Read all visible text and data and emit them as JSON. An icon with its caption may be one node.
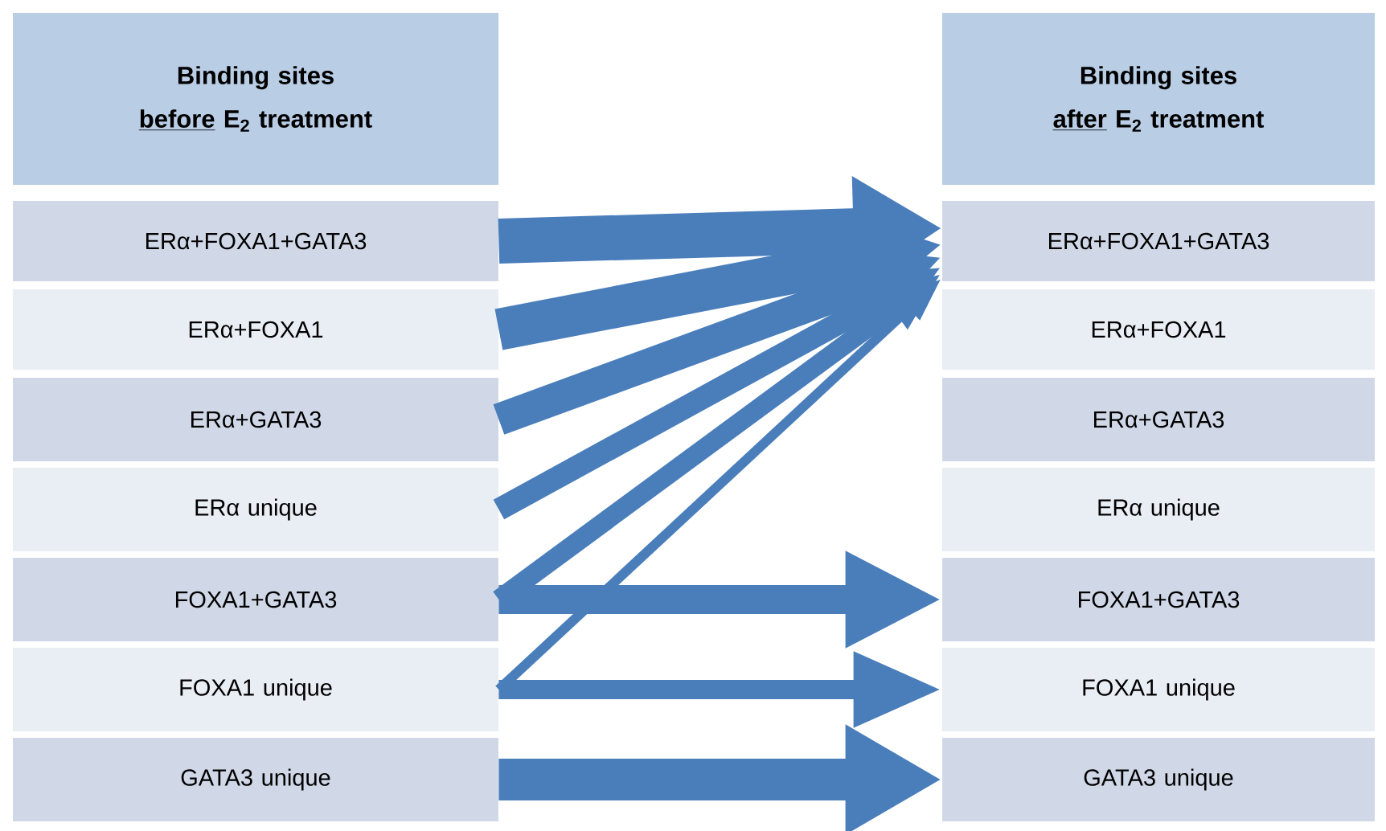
{
  "diagram": {
    "nodes": [
      {
        "text": [
          "Binding sites",
          "before",
          "E$_{2}$ treatment"
        ]
      },
      {
        "text": [
          "ERα+FOXA1+GATA3"
        ]
      },
      {
        "text": [
          "ERα+FOXA1"
        ]
      },
      {
        "text": [
          "ERα+GATA3"
        ]
      },
      {
        "text": [
          "ERα unique"
        ]
      },
      {
        "text": [
          "FOXA1+GATA3"
        ]
      },
      {
        "text": [
          "FOXA1 unique"
        ]
      },
      {
        "text": [
          "GATA3 unique"
        ]
      },
      {
        "text": [
          "Binding sites",
          "after",
          "E$_{2}$ treatment"
        ]
      },
      {
        "text": [
          "ERα+FOXA1+GATA3"
        ]
      },
      {
        "text": [
          "ERα+FOXA1"
        ]
      },
      {
        "text": [
          "ERα+GATA3"
        ]
      },
      {
        "text": [
          "ERα unique"
        ]
      },
      {
        "text": [
          "FOXA1+GATA3"
        ]
      },
      {
        "text": [
          "FOXA1 unique"
        ]
      },
      {
        "text": [
          "GATA3 unique"
        ]
      }
    ],
    "edges": [
      {
        "from": 1,
        "to": 9,
        "arrow": "to"
      },
      {
        "from": 2,
        "to": 9,
        "arrow": "to"
      },
      {
        "from": 3,
        "to": 9,
        "arrow": "to"
      },
      {
        "from": 4,
        "to": 9,
        "arrow": "to"
      },
      {
        "from": 5,
        "to": 9,
        "arrow": "to"
      },
      {
        "from": 6,
        "to": 9,
        "arrow": "to"
      },
      {
        "from": 5,
        "to": 13,
        "arrow": "to"
      },
      {
        "from": 6,
        "to": 14,
        "arrow": "to"
      },
      {
        "from": 7,
        "to": 15,
        "arrow": "to"
      }
    ]
  }
}
